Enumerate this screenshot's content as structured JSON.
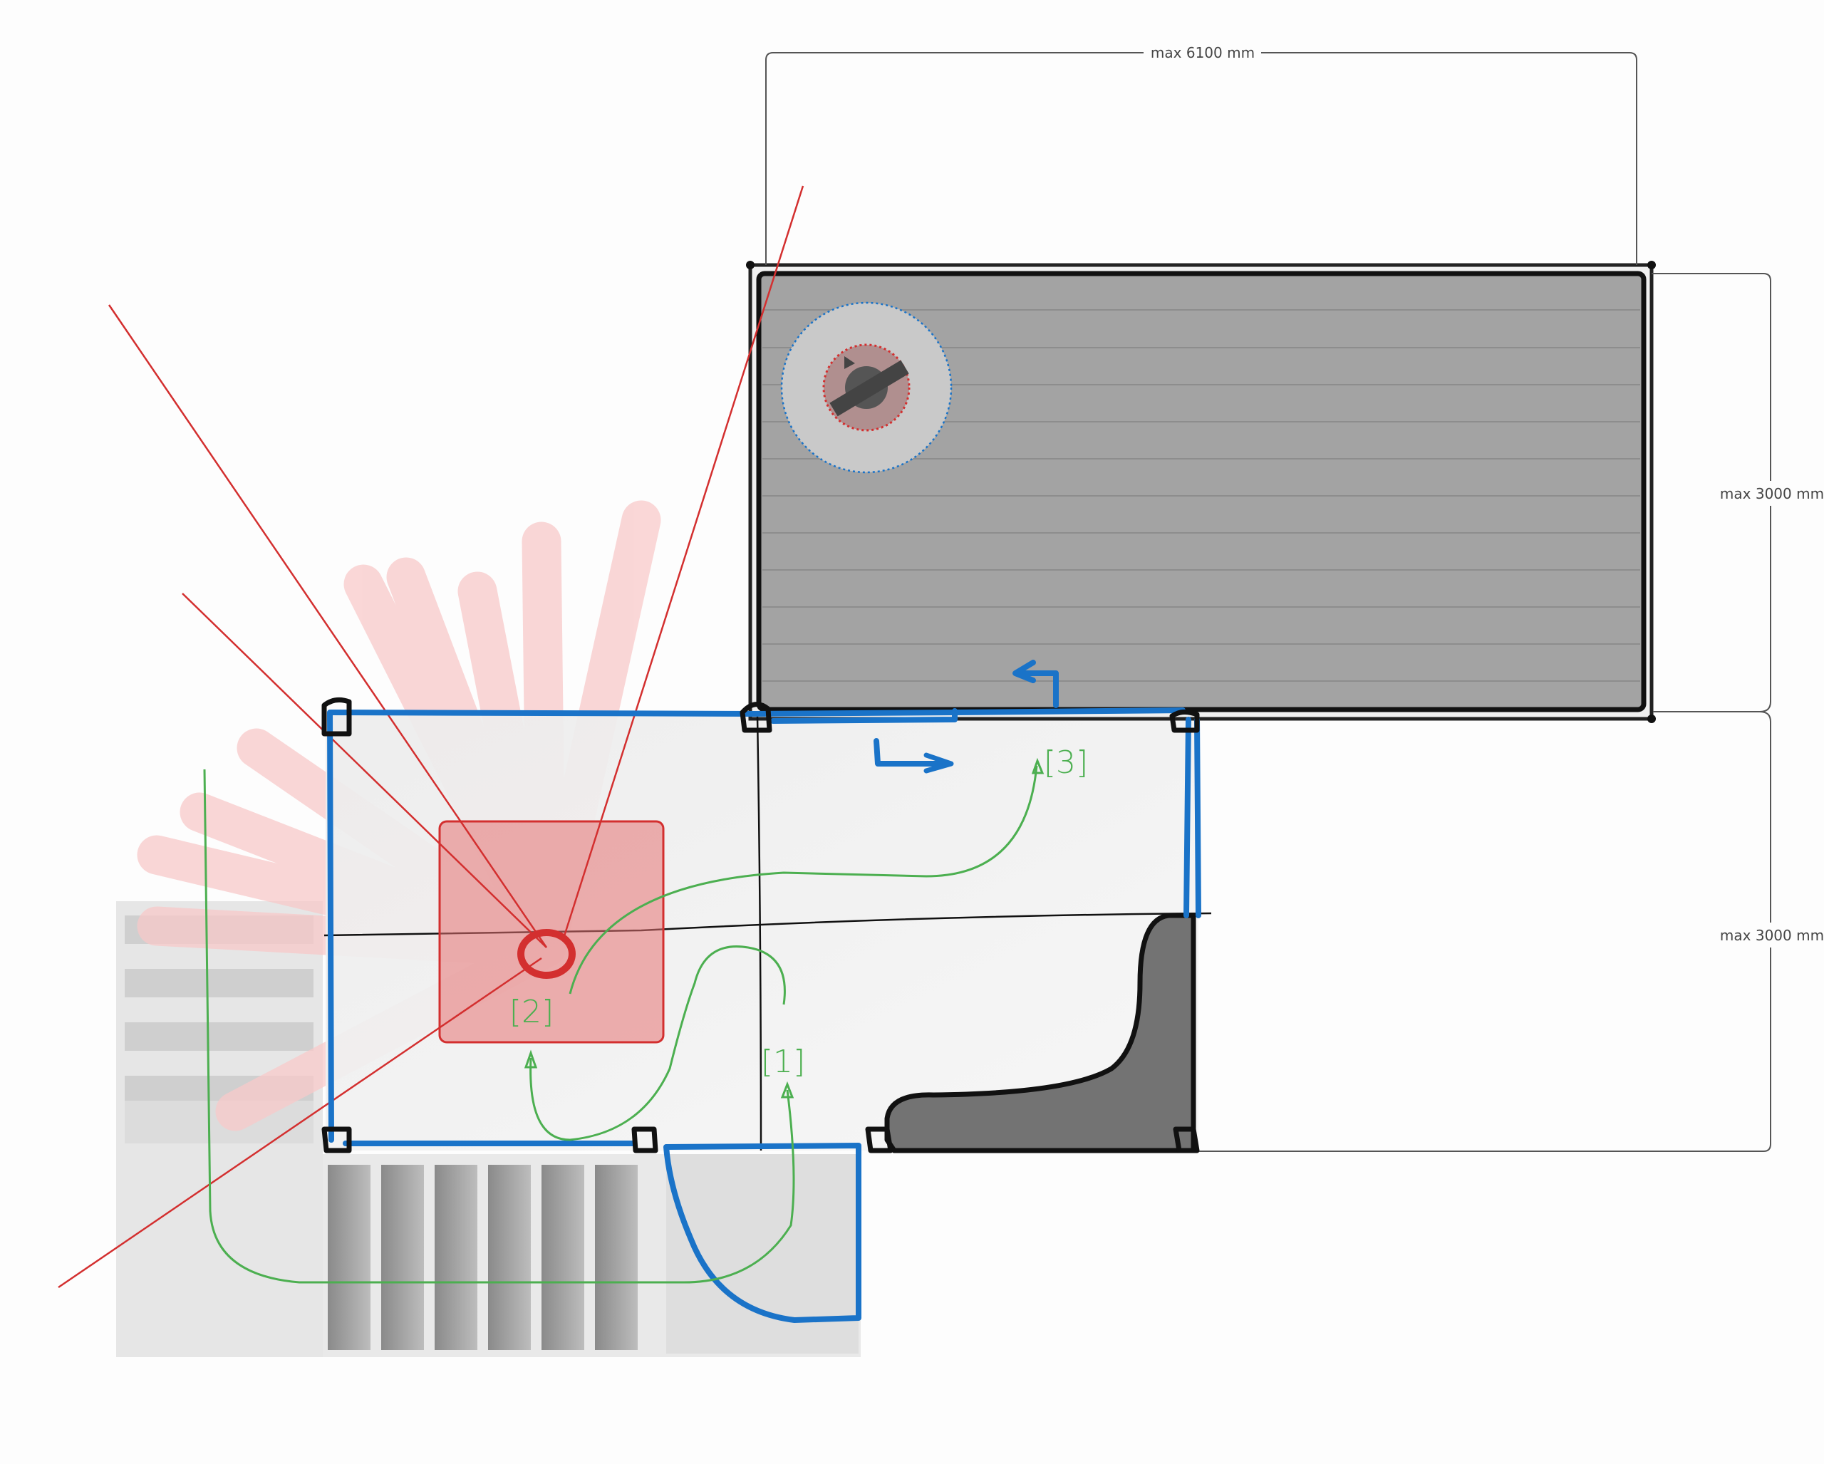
{
  "dimensions": {
    "width_label": "max 6100 mm",
    "depth_upper_label": "max 3000 mm",
    "depth_lower_label": "max 3000 mm"
  },
  "annotations": {
    "marker_1": "[1]",
    "marker_2": "[2]",
    "marker_3": "[3]"
  },
  "colors": {
    "outline_blue": "#1a73c8",
    "sketch_red": "#d32f2f",
    "path_green": "#4caf50",
    "deck_gray": "#a3a3a3"
  }
}
